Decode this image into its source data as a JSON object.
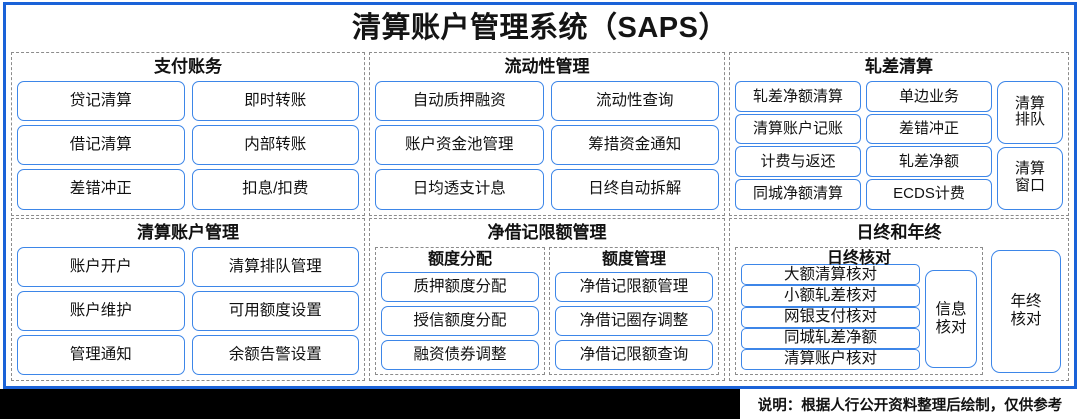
{
  "title": "清算账户管理系统（SAPS）",
  "panels": {
    "payment": {
      "title": "支付账务",
      "items": [
        "贷记清算",
        "即时转账",
        "借记清算",
        "内部转账",
        "差错冲正",
        "扣息/扣费"
      ]
    },
    "liquidity": {
      "title": "流动性管理",
      "items": [
        "自动质押融资",
        "流动性查询",
        "账户资金池管理",
        "筹措资金通知",
        "日均透支计息",
        "日终自动拆解"
      ]
    },
    "netting": {
      "title": "轧差清算",
      "col1": [
        "轧差净额清算",
        "清算账户记账",
        "计费与返还",
        "同城净额清算"
      ],
      "col2": [
        "单边业务",
        "差错冲正",
        "轧差净额",
        "ECDS计费"
      ],
      "side": [
        {
          "line1": "清算",
          "line2": "排队"
        },
        {
          "line1": "清算",
          "line2": "窗口"
        }
      ]
    },
    "account": {
      "title": "清算账户管理",
      "items": [
        "账户开户",
        "清算排队管理",
        "账户维护",
        "可用额度设置",
        "管理通知",
        "余额告警设置"
      ]
    },
    "netdebit": {
      "title": "净借记限额管理",
      "subgroups": [
        {
          "title": "额度分配",
          "items": [
            "质押额度分配",
            "授信额度分配",
            "融资债券调整"
          ]
        },
        {
          "title": "额度管理",
          "items": [
            "净借记限额管理",
            "净借记圈存调整",
            "净借记限额查询"
          ]
        }
      ]
    },
    "endofday": {
      "title": "日终和年终",
      "dayend": {
        "title": "日终核对",
        "items": [
          "大额清算核对",
          "小额轧差核对",
          "网银支付核对",
          "同城轧差净额",
          "清算账户核对"
        ],
        "info": {
          "line1": "信息",
          "line2": "核对"
        }
      },
      "yearend": {
        "line1": "年终",
        "line2": "核对"
      }
    }
  },
  "footer": {
    "note": "说明：根据人行公开资料整理后绘制，仅供参考"
  }
}
